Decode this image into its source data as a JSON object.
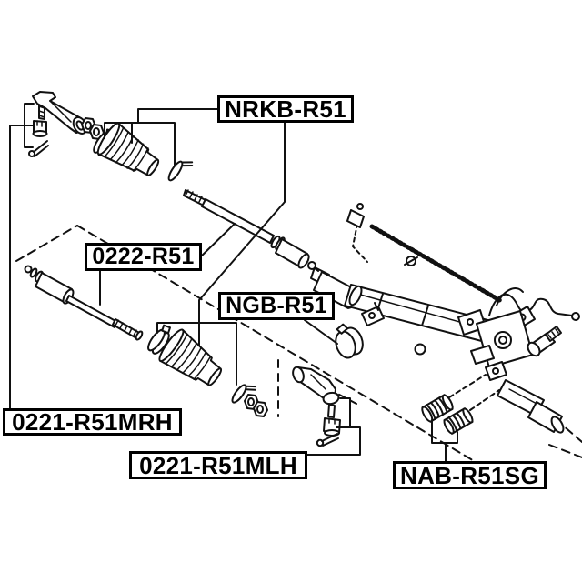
{
  "page": {
    "background": "#ffffff",
    "line_color": "#111111",
    "label_border_color": "#000000",
    "label_text_color": "#000000"
  },
  "diagram": {
    "description": "Exploded steering rack and tie rod parts diagram with part-number callouts",
    "labels": [
      {
        "id": "boot-kit",
        "text": "NRKB-R51"
      },
      {
        "id": "inner-tie-rod",
        "text": "0222-R51"
      },
      {
        "id": "gear-bushing",
        "text": "NGB-R51"
      },
      {
        "id": "tie-rod-end-right",
        "text": "0221-R51MRH"
      },
      {
        "id": "tie-rod-end-left",
        "text": "0221-R51MLH"
      },
      {
        "id": "grommet-kit",
        "text": "NAB-R51SG"
      }
    ]
  }
}
